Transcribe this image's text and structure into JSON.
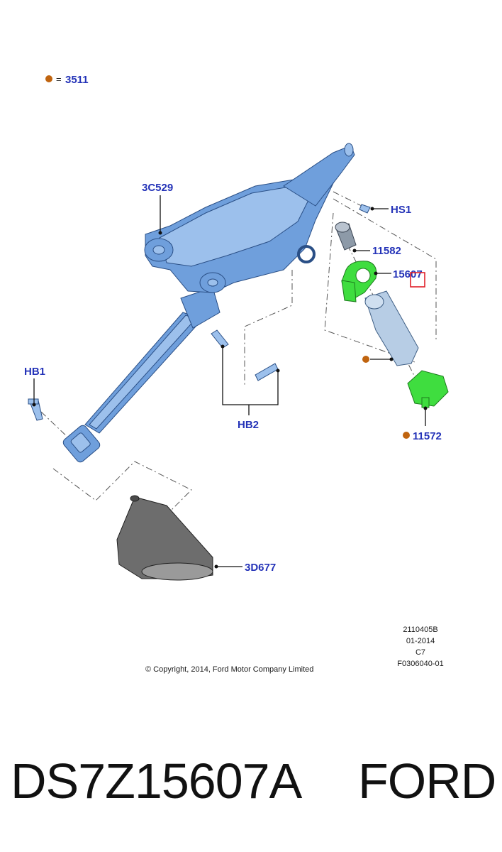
{
  "legend": {
    "symbol": "●",
    "equals": "=",
    "code": "3511"
  },
  "callouts": {
    "column": "3C529",
    "hs1": "HS1",
    "cylinder": "11582",
    "lock_housing": "15607",
    "hb1": "HB1",
    "hb2": "HB2",
    "switch": "11572",
    "boot": "3D677"
  },
  "meta": {
    "line1": "2110405B",
    "line2": "01-2014",
    "line3": "C7",
    "line4": "F0306040-01"
  },
  "copyright": "© Copyright, 2014, Ford Motor Company Limited",
  "part_number": "DS7Z15607A",
  "brand": "FORD",
  "colors": {
    "callout": "#2433b8",
    "marker_dot": "#c0640f",
    "highlight_box": "#e0202a",
    "column_part": "#6f9fdc",
    "highlighted_part": "#3fdd3f",
    "boot_part": "#6d6d6d"
  }
}
